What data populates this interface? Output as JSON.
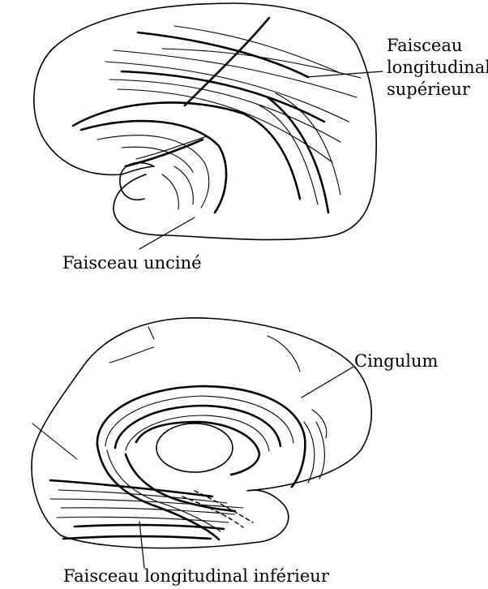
{
  "labels": {
    "superior_longitudinal_line1": "Faisceau",
    "superior_longitudinal_line2": "longitudinal",
    "superior_longitudinal_line3": "supérieur",
    "uncinate": "Faisceau unciné",
    "cingulum": "Cingulum",
    "inferior_longitudinal": "Faisceau longitudinal inférieur"
  },
  "colors": {
    "ink": "#000000",
    "background": "#ffffff"
  }
}
